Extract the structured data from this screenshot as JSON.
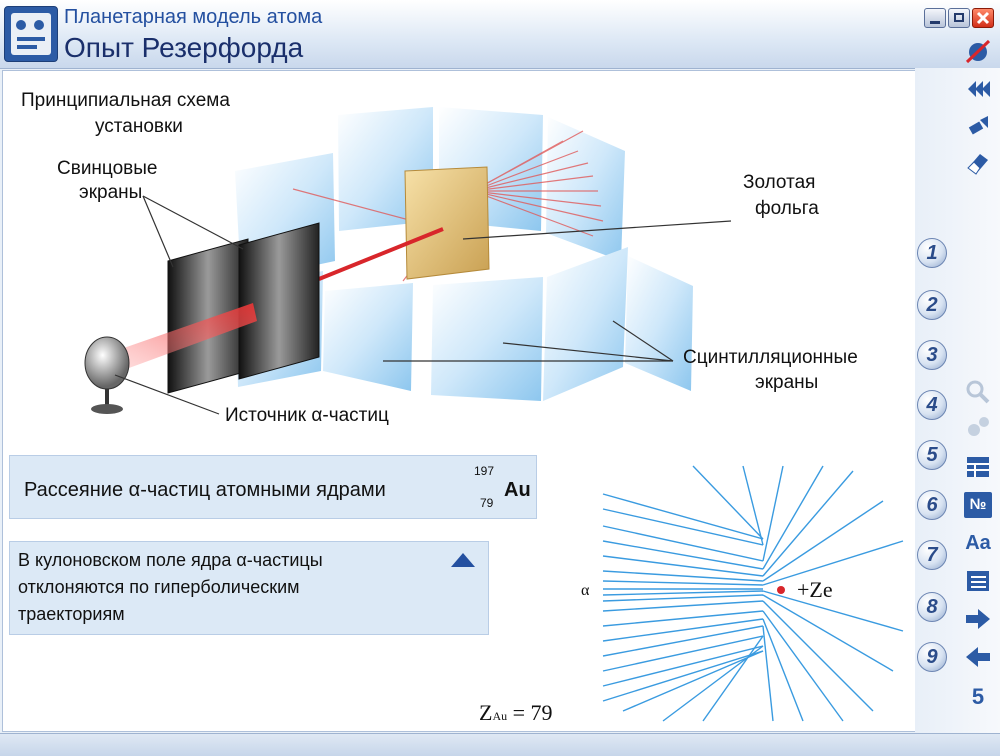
{
  "window": {
    "subtitle": "Планетарная модель атома",
    "title": "Опыт Резерфорда"
  },
  "figure": {
    "heading_line1": "Принципиальная схема",
    "heading_line2": "установки",
    "lead_line1": "Свинцовые",
    "lead_line2": "экраны",
    "gold_line1": "Золотая",
    "gold_line2": "фольга",
    "scint_line1": "Сцинтилляционные",
    "scint_line2": "экраны",
    "source": "Источник α-частиц"
  },
  "scattering": {
    "label": "Рассеяние  α-частиц атомными ядрами",
    "mass_number": "197",
    "atomic_number": "79",
    "element": "Au"
  },
  "note": {
    "line1": "В кулоновском поле ядра α-частицы",
    "line2": "отклоняются по гиперболическим",
    "line3": "траекториям"
  },
  "diagram": {
    "alpha_label": "α",
    "charge_label": "+Ze",
    "z_symbol": "Z",
    "z_subscript": "Au",
    "z_value": "= 79"
  },
  "steps": [
    "1",
    "2",
    "3",
    "4",
    "5",
    "6",
    "7",
    "8",
    "9"
  ],
  "tools": {
    "font_label": "Aa",
    "number_label": "№",
    "bottom_label": "5"
  },
  "colors": {
    "accent": "#2450a0",
    "beam": "#d8262b",
    "trajectory": "#3a9be0",
    "screen": "#bfe0f6"
  }
}
